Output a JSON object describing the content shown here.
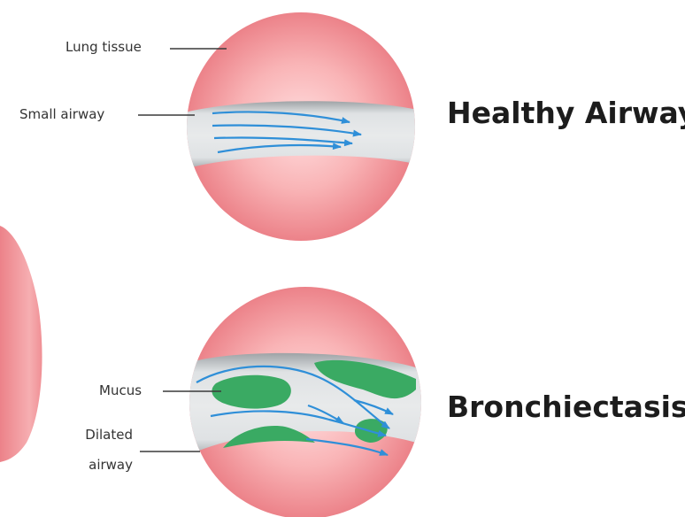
{
  "healthy": {
    "title": "Healthy Airway",
    "labels": {
      "lung_tissue": "Lung tissue",
      "small_airway": "Small airway"
    }
  },
  "bronchiectasis": {
    "title": "Bronchiectasis",
    "labels": {
      "mucus": "Mucus",
      "dilated_line1": "Dilated",
      "dilated_line2": "airway"
    }
  },
  "colors": {
    "lung_tissue": "#f08f94",
    "lung_highlight": "#ffd9da",
    "airway": "#cfd3d6",
    "airway_wall": "#8e9396",
    "airflow": "#2f8fd8",
    "mucus": "#3aaa63"
  }
}
